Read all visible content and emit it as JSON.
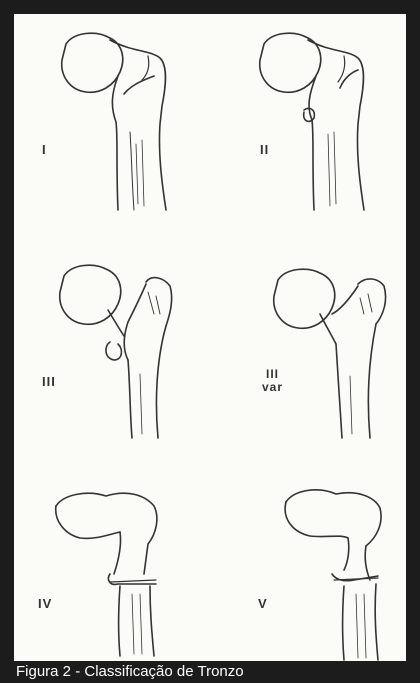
{
  "figure": {
    "caption": "Figura 2 - Classificação de Tronzo",
    "types": [
      {
        "label": "I"
      },
      {
        "label": "II"
      },
      {
        "label": "III"
      },
      {
        "label": "III",
        "sublabel": "var"
      },
      {
        "label": "IV"
      },
      {
        "label": "V"
      }
    ]
  },
  "colors": {
    "frame": "#1c1c1c",
    "panel": "#fbfbf8",
    "ink": "#333333",
    "caption_text": "#ffffff"
  }
}
